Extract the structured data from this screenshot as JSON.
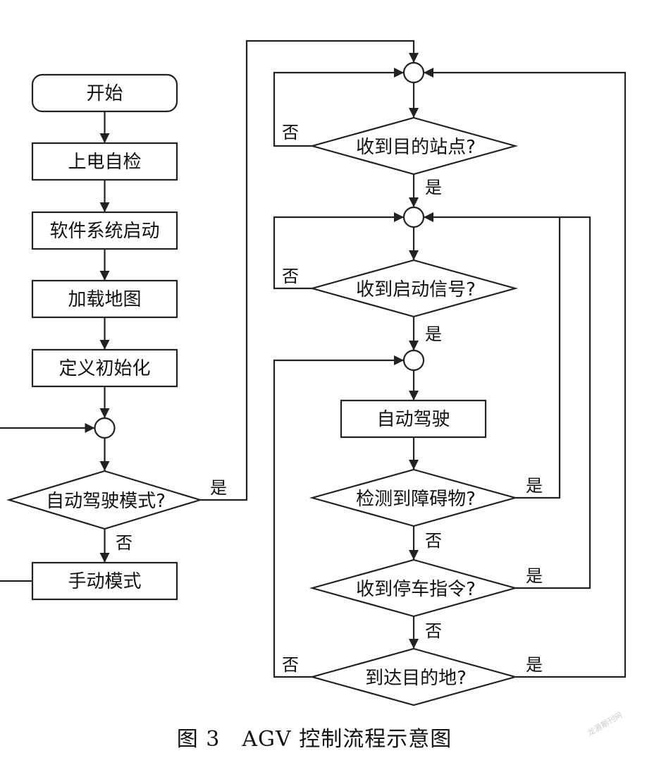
{
  "diagram": {
    "nodes": {
      "start": "开始",
      "power_on": "上电自检",
      "software_start": "软件系统启动",
      "load_map": "加载地图",
      "define_init": "定义初始化",
      "auto_mode_q": "自动驾驶模式?",
      "manual_mode": "手动模式",
      "dest_q": "收到目的站点?",
      "start_signal_q": "收到启动信号?",
      "auto_drive": "自动驾驶",
      "obstacle_q": "检测到障碍物?",
      "stop_cmd_q": "收到停车指令?",
      "arrived_q": "到达目的地?"
    },
    "edge_labels": {
      "auto_mode_yes": "是",
      "auto_mode_no": "否",
      "dest_yes": "是",
      "dest_no": "否",
      "start_signal_yes": "是",
      "start_signal_no": "否",
      "obstacle_yes": "是",
      "obstacle_no": "否",
      "stop_cmd_yes": "是",
      "stop_cmd_no": "否",
      "arrived_yes": "是",
      "arrived_no": "否"
    }
  },
  "caption": "图 3　AGV 控制流程示意图",
  "watermark": "龙源期刊网"
}
